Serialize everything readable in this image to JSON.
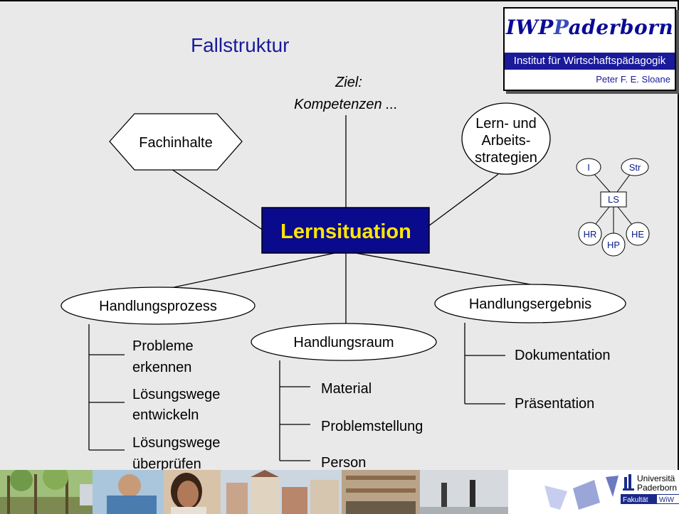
{
  "slide": {
    "title": "Fallstruktur",
    "header_box": {
      "logo_part1": "IWP",
      "logo_part2": "aderborn",
      "institute": "Institut für Wirtschaftspädagogik",
      "author": "Peter F. E. Sloane"
    }
  },
  "diagram": {
    "center": {
      "label": "Lernsituation",
      "fill": "#0a0a8c",
      "text_color": "#ffe600"
    },
    "top_goal": {
      "line1": "Ziel:",
      "line2": "Kompetenzen ..."
    },
    "fachinhalte": "Fachinhalte",
    "lern_strategien": {
      "line1": "Lern- und",
      "line2": "Arbeits-",
      "line3": "strategien"
    },
    "handlungsprozess": {
      "label": "Handlungsprozess",
      "items": [
        {
          "line1": "Probleme",
          "line2": "erkennen"
        },
        {
          "line1": "Lösungswege",
          "line2": "entwickeln"
        },
        {
          "line1": "Lösungswege",
          "line2": "überprüfen"
        }
      ]
    },
    "handlungsraum": {
      "label": "Handlungsraum",
      "items": [
        "Material",
        "Problemstellung",
        "Person"
      ]
    },
    "handlungsergebnis": {
      "label": "Handlungsergebnis",
      "items": [
        "Dokumentation",
        "Präsentation"
      ]
    },
    "mini_model": {
      "center": "LS",
      "nodes": [
        "I",
        "Str",
        "HR",
        "HP",
        "HE"
      ],
      "node_color": "#1a1a9a"
    }
  },
  "footer": {
    "university_line1": "Universitä",
    "university_line2": "Paderborn",
    "faculty_label": "Fakultät",
    "faculty_code": "WiW"
  }
}
